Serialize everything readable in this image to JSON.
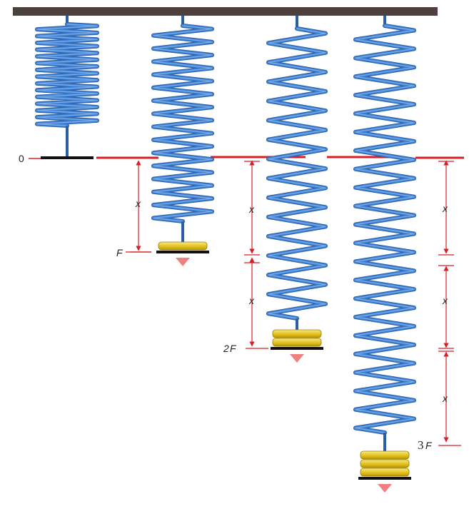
{
  "colors": {
    "ceiling": "#4b403c",
    "spring": "#3f7fd0",
    "spring_dark": "#2a5fa8",
    "spring_light": "#8fbcf0",
    "reference_line": "#d81f26",
    "dimension": "#d81f26",
    "weight": "#e3c21a",
    "weight_light": "#f6e98a",
    "force_arrow": "#f08080",
    "plate": "#111111"
  },
  "labels": {
    "zero": "0",
    "x1": "x",
    "x2a": "x",
    "x2b": "x",
    "x3a": "x",
    "x3b": "x",
    "x3c": "x",
    "force1": "F",
    "force2_coef": "2",
    "force2_sym": "F",
    "force3_coef": "3",
    "force3_sym": "F"
  },
  "springs": [
    {
      "name": "unstretched",
      "weights": 0
    },
    {
      "name": "one-weight",
      "weights": 1
    },
    {
      "name": "two-weights",
      "weights": 2
    },
    {
      "name": "three-weights",
      "weights": 3
    }
  ]
}
